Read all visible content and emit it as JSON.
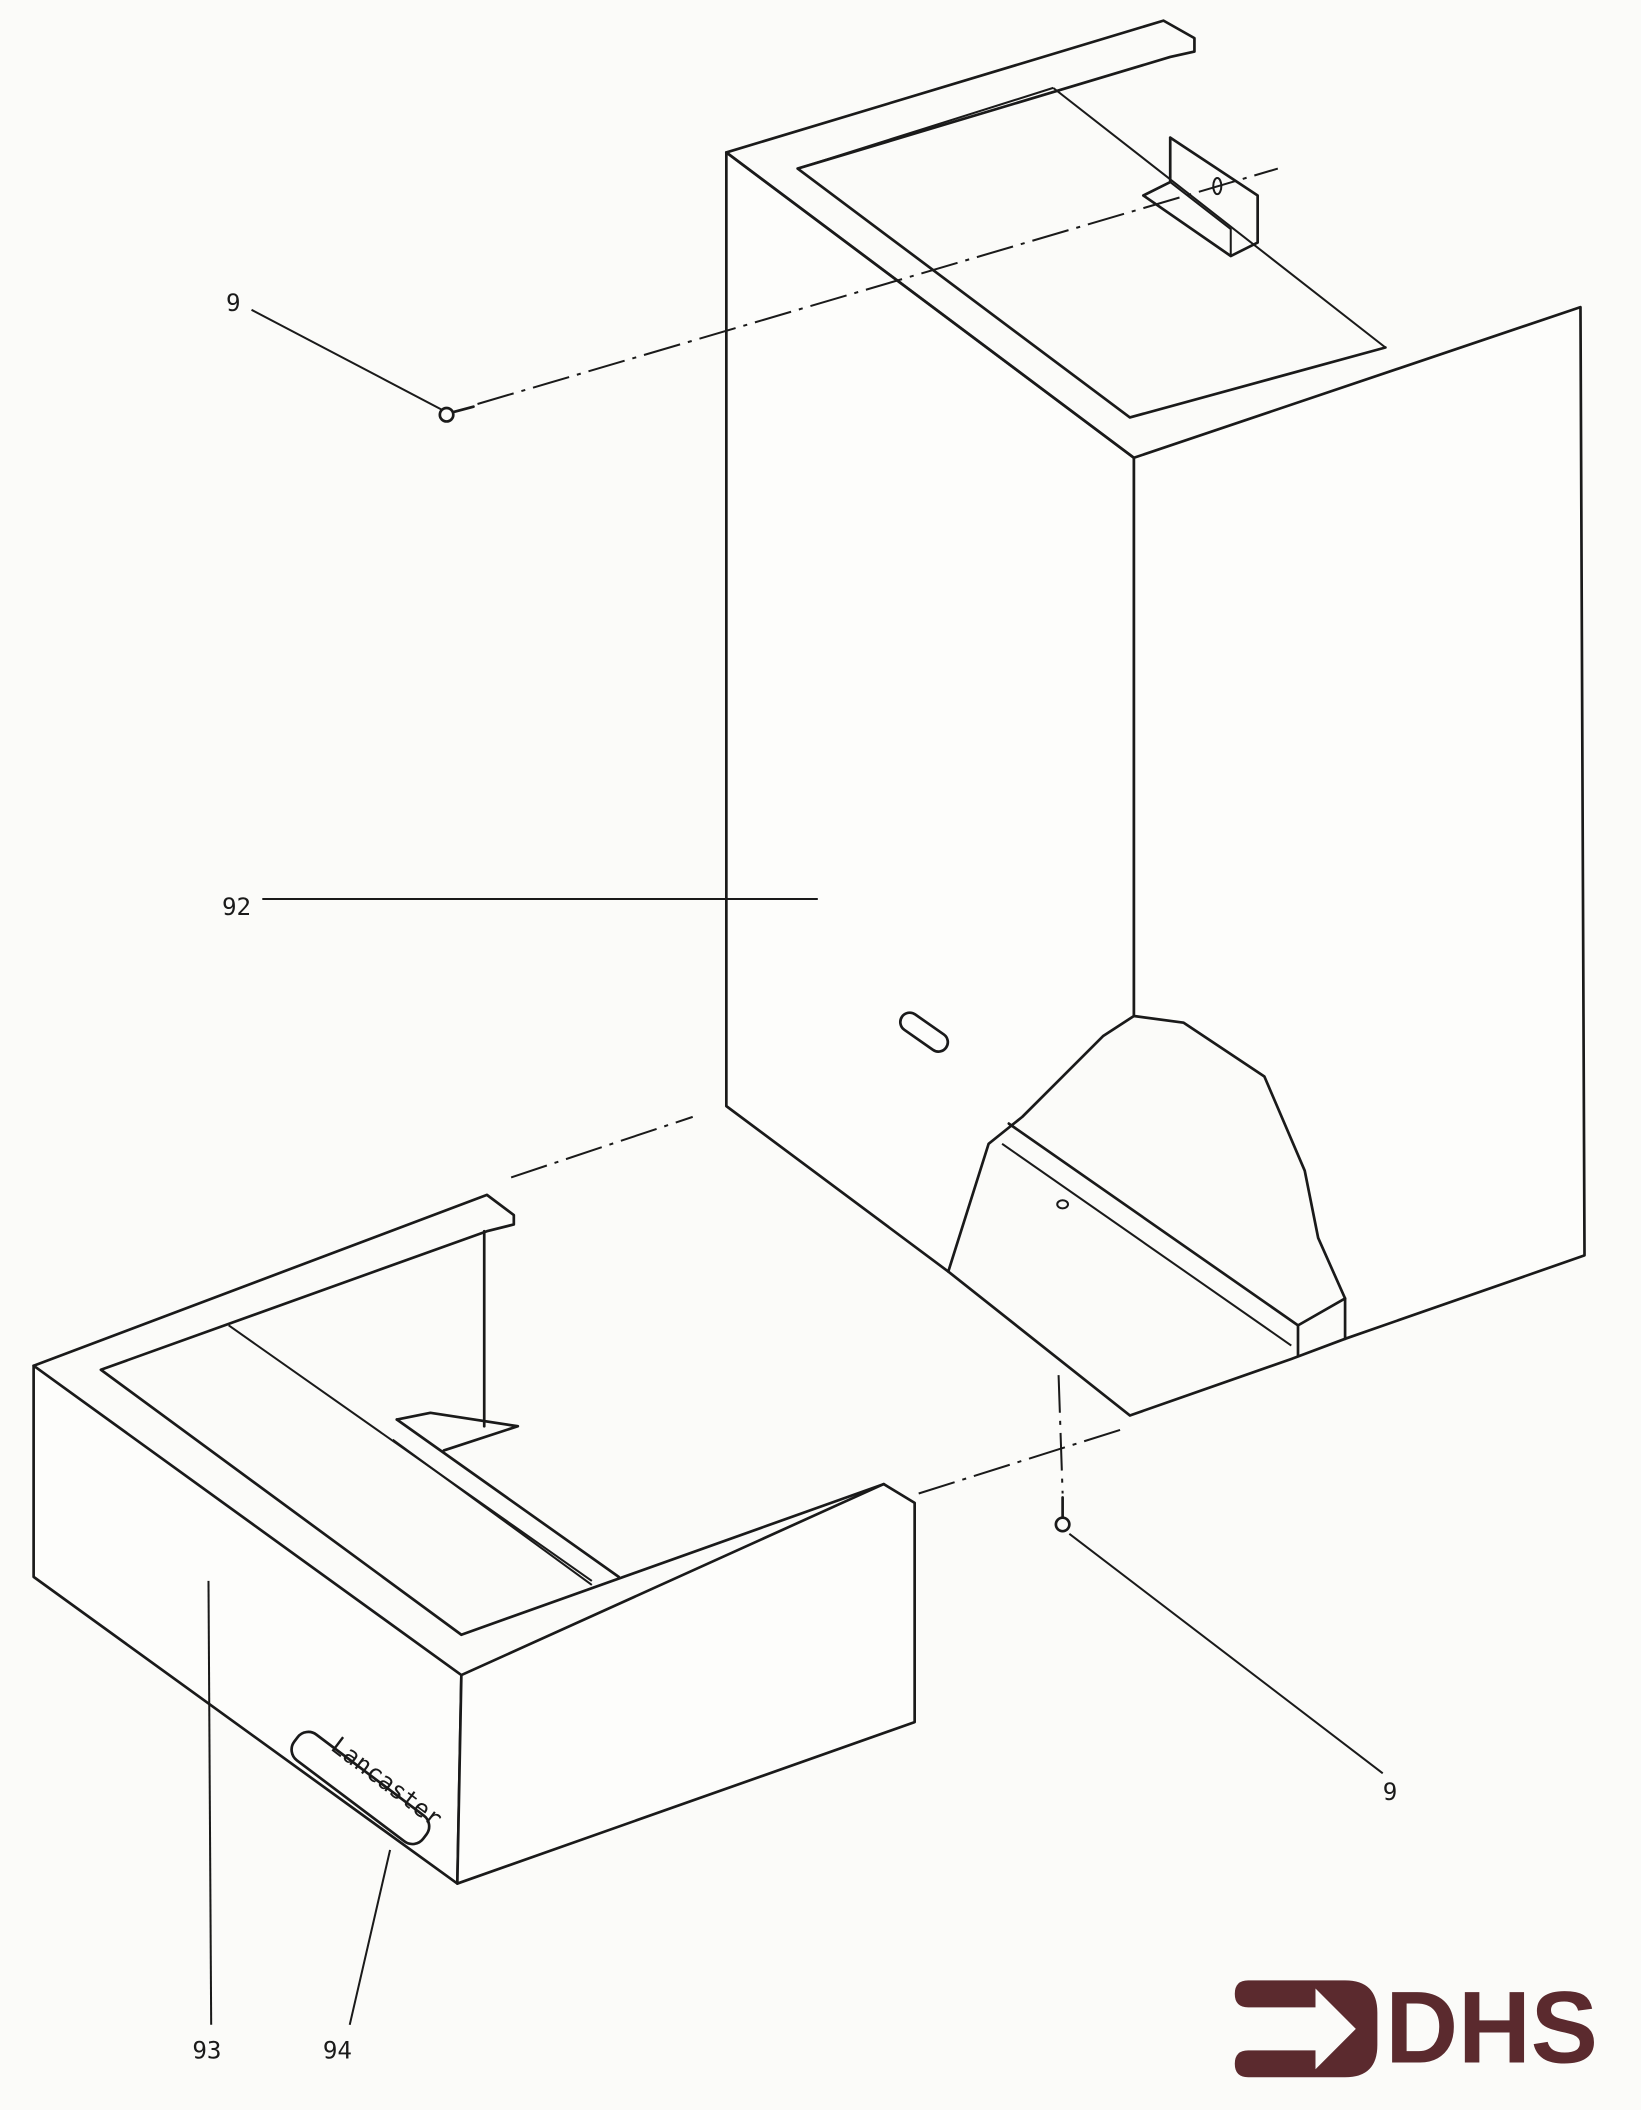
{
  "diagram": {
    "type": "exploded-parts-view",
    "callouts": [
      {
        "id": "screw-top",
        "label": "9"
      },
      {
        "id": "upper-housing",
        "label": "92"
      },
      {
        "id": "lower-base",
        "label": "93"
      },
      {
        "id": "nameplate",
        "label": "94"
      },
      {
        "id": "screw-bottom",
        "label": "9"
      }
    ]
  },
  "logo": {
    "text": "DHS",
    "color": "#5b2a2e"
  },
  "colors": {
    "line": "#1a1a1a",
    "paper": "#fbfbf9"
  }
}
